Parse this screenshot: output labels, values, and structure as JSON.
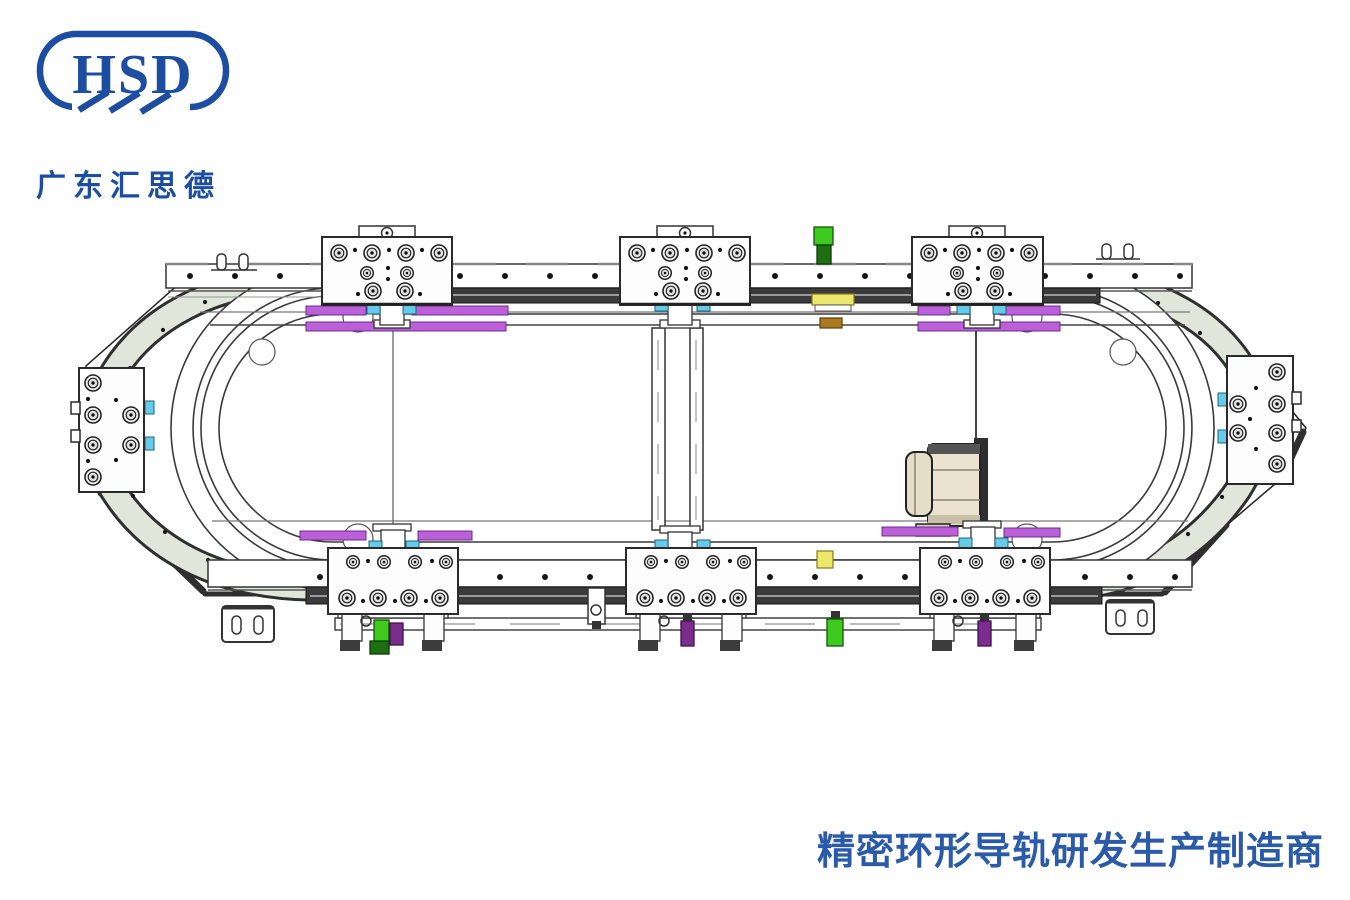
{
  "brand": {
    "logo_text": "HSD",
    "company_name": "广东汇思德",
    "logo_color": "#1c4da1"
  },
  "slogan": {
    "text": "精密环形导轨研发生产制造商",
    "color": "#2b5aa8"
  },
  "diagram": {
    "description": "Top view CAD rendering of an oval precision circular guide rail (ring track) assembly with eight carriage plates, drive motor, sensor flags and mounting hardware",
    "colors": {
      "curve_band": "#e0e7da",
      "carriage_plate": "#fdfdfd",
      "purple_strip": "#bb60d8",
      "purple_flag": "#7b2d8e",
      "cyan_clamp": "#66cbe9",
      "green_bright": "#3ecb1e",
      "green_dark": "#1e6f12",
      "yellow_block": "#ece86c",
      "amber_block": "#a97a1f",
      "motor_body": "#ebe3d0",
      "frame_edge": "#2e2e2e"
    },
    "parts": [
      "frame-base",
      "curve-band-left",
      "curve-band-right",
      "guide-ring",
      "top-rail",
      "bottom-rail",
      "carriage-top-left",
      "carriage-top-mid",
      "carriage-top-right",
      "carriage-bottom-left",
      "carriage-bottom-mid",
      "carriage-bottom-right",
      "carriage-side-left",
      "carriage-side-right",
      "drive-motor",
      "cross-beam",
      "sensor-flag-top-green",
      "sensor-block-top-yellow",
      "sensor-block-bottom-yellow",
      "sensor-flag-bottom-green",
      "purple-flag-left",
      "purple-flag-mid",
      "purple-flag-right",
      "mount-ear-left",
      "mount-ear-right",
      "mount-foot-left",
      "mount-foot-right",
      "lower-tie-rod"
    ]
  }
}
